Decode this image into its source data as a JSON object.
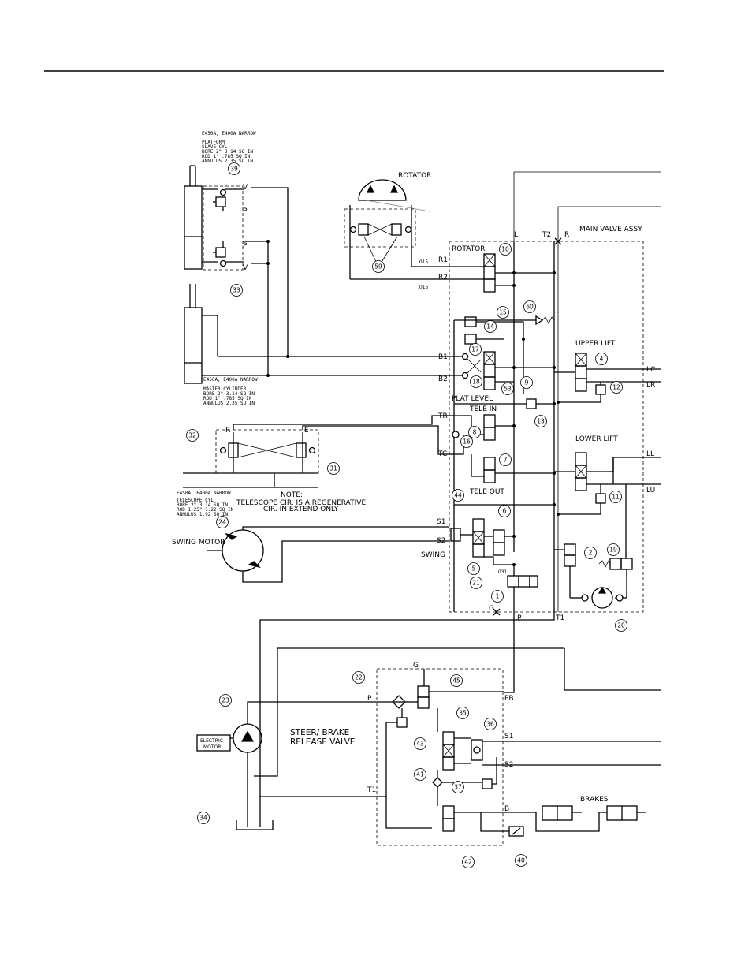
{
  "labels": {
    "rotator_title": "ROTATOR",
    "main_valve": "MAIN VALVE ASSY",
    "rotator_section": "ROTATOR",
    "upper_lift": "UPPER LIFT",
    "lower_lift": "LOWER LIFT",
    "plat_level": "PLAT LEVEL",
    "tele_in": "TELE IN",
    "tele_out": "TELE OUT",
    "swing": "SWING",
    "swing_motor": "SWING MOTOR",
    "electric_motor_1": "ELECTRIC",
    "electric_motor_2": "MOTOR",
    "steer_brake_1": "STEER/ BRAKE",
    "steer_brake_2": "RELEASE VALVE",
    "brakes": "BRAKES",
    "note_title": "NOTE:",
    "note_line1": "TELESCOPE CIR. IS A REGENERATIVE",
    "note_line2": "CIR. IN EXTEND ONLY"
  },
  "spec_blocks": {
    "platform": [
      "E450A, E400A NARROW",
      "PLATFORM",
      "SLAVE CYL",
      "BORE  2\"  3.14 SQ IN",
      "ROD   1\"   .785 SQ IN",
      "ANNULUS   2.35 SQ IN"
    ],
    "master": [
      "E450A, E400A NARROW",
      "MASTER CYLINDER",
      "BORE  2\"  3.14 SQ IN",
      "ROD   1\"   .785 SQ IN",
      "ANNULUS   2.35 SQ IN"
    ],
    "telescope": [
      "E450A, E400A NARROW",
      "TELESCOPE CYL",
      "BORE  2\"  3.14 SQ IN",
      "ROD 1.25\" 1.22 SQ IN",
      "ANNULUS   1.92 SQ IN"
    ]
  },
  "ports": {
    "v_top": "V",
    "p_a": "P",
    "p_b": "P",
    "v_bottom": "V",
    "r1": "R1",
    "r2": "R2",
    "b1": "B1",
    "b2": "B2",
    "tr": "TR",
    "tc": "TC",
    "s1": "S1",
    "s2": "S2",
    "l": "L",
    "t2": "T2",
    "r_top": "R",
    "g_bottom": "G",
    "p_bottom": "P",
    "t1_main": "T1",
    "lc": "LC",
    "lr": "LR",
    "ll": "LL",
    "lu": "LU",
    "tele_r": "R",
    "tele_e": "E",
    "sb_g": "G",
    "sb_p": "P",
    "sb_pb": "PB",
    "sb_s1": "S1",
    "sb_s2": "S2",
    "sb_t1": "T1",
    "sb_b": "B"
  },
  "orifices": {
    "r1": ".015",
    "r2": ".015",
    "swing": ".031"
  },
  "callouts": [
    "39",
    "33",
    "59",
    "10",
    "60",
    "15",
    "14",
    "17",
    "18",
    "8",
    "53",
    "4",
    "12",
    "13",
    "9",
    "16",
    "7",
    "11",
    "32",
    "31",
    "24",
    "44",
    "6",
    "5",
    "21",
    "1",
    "2",
    "19",
    "20",
    "22",
    "45",
    "23",
    "35",
    "36",
    "43",
    "41",
    "37",
    "42",
    "40",
    "34"
  ]
}
